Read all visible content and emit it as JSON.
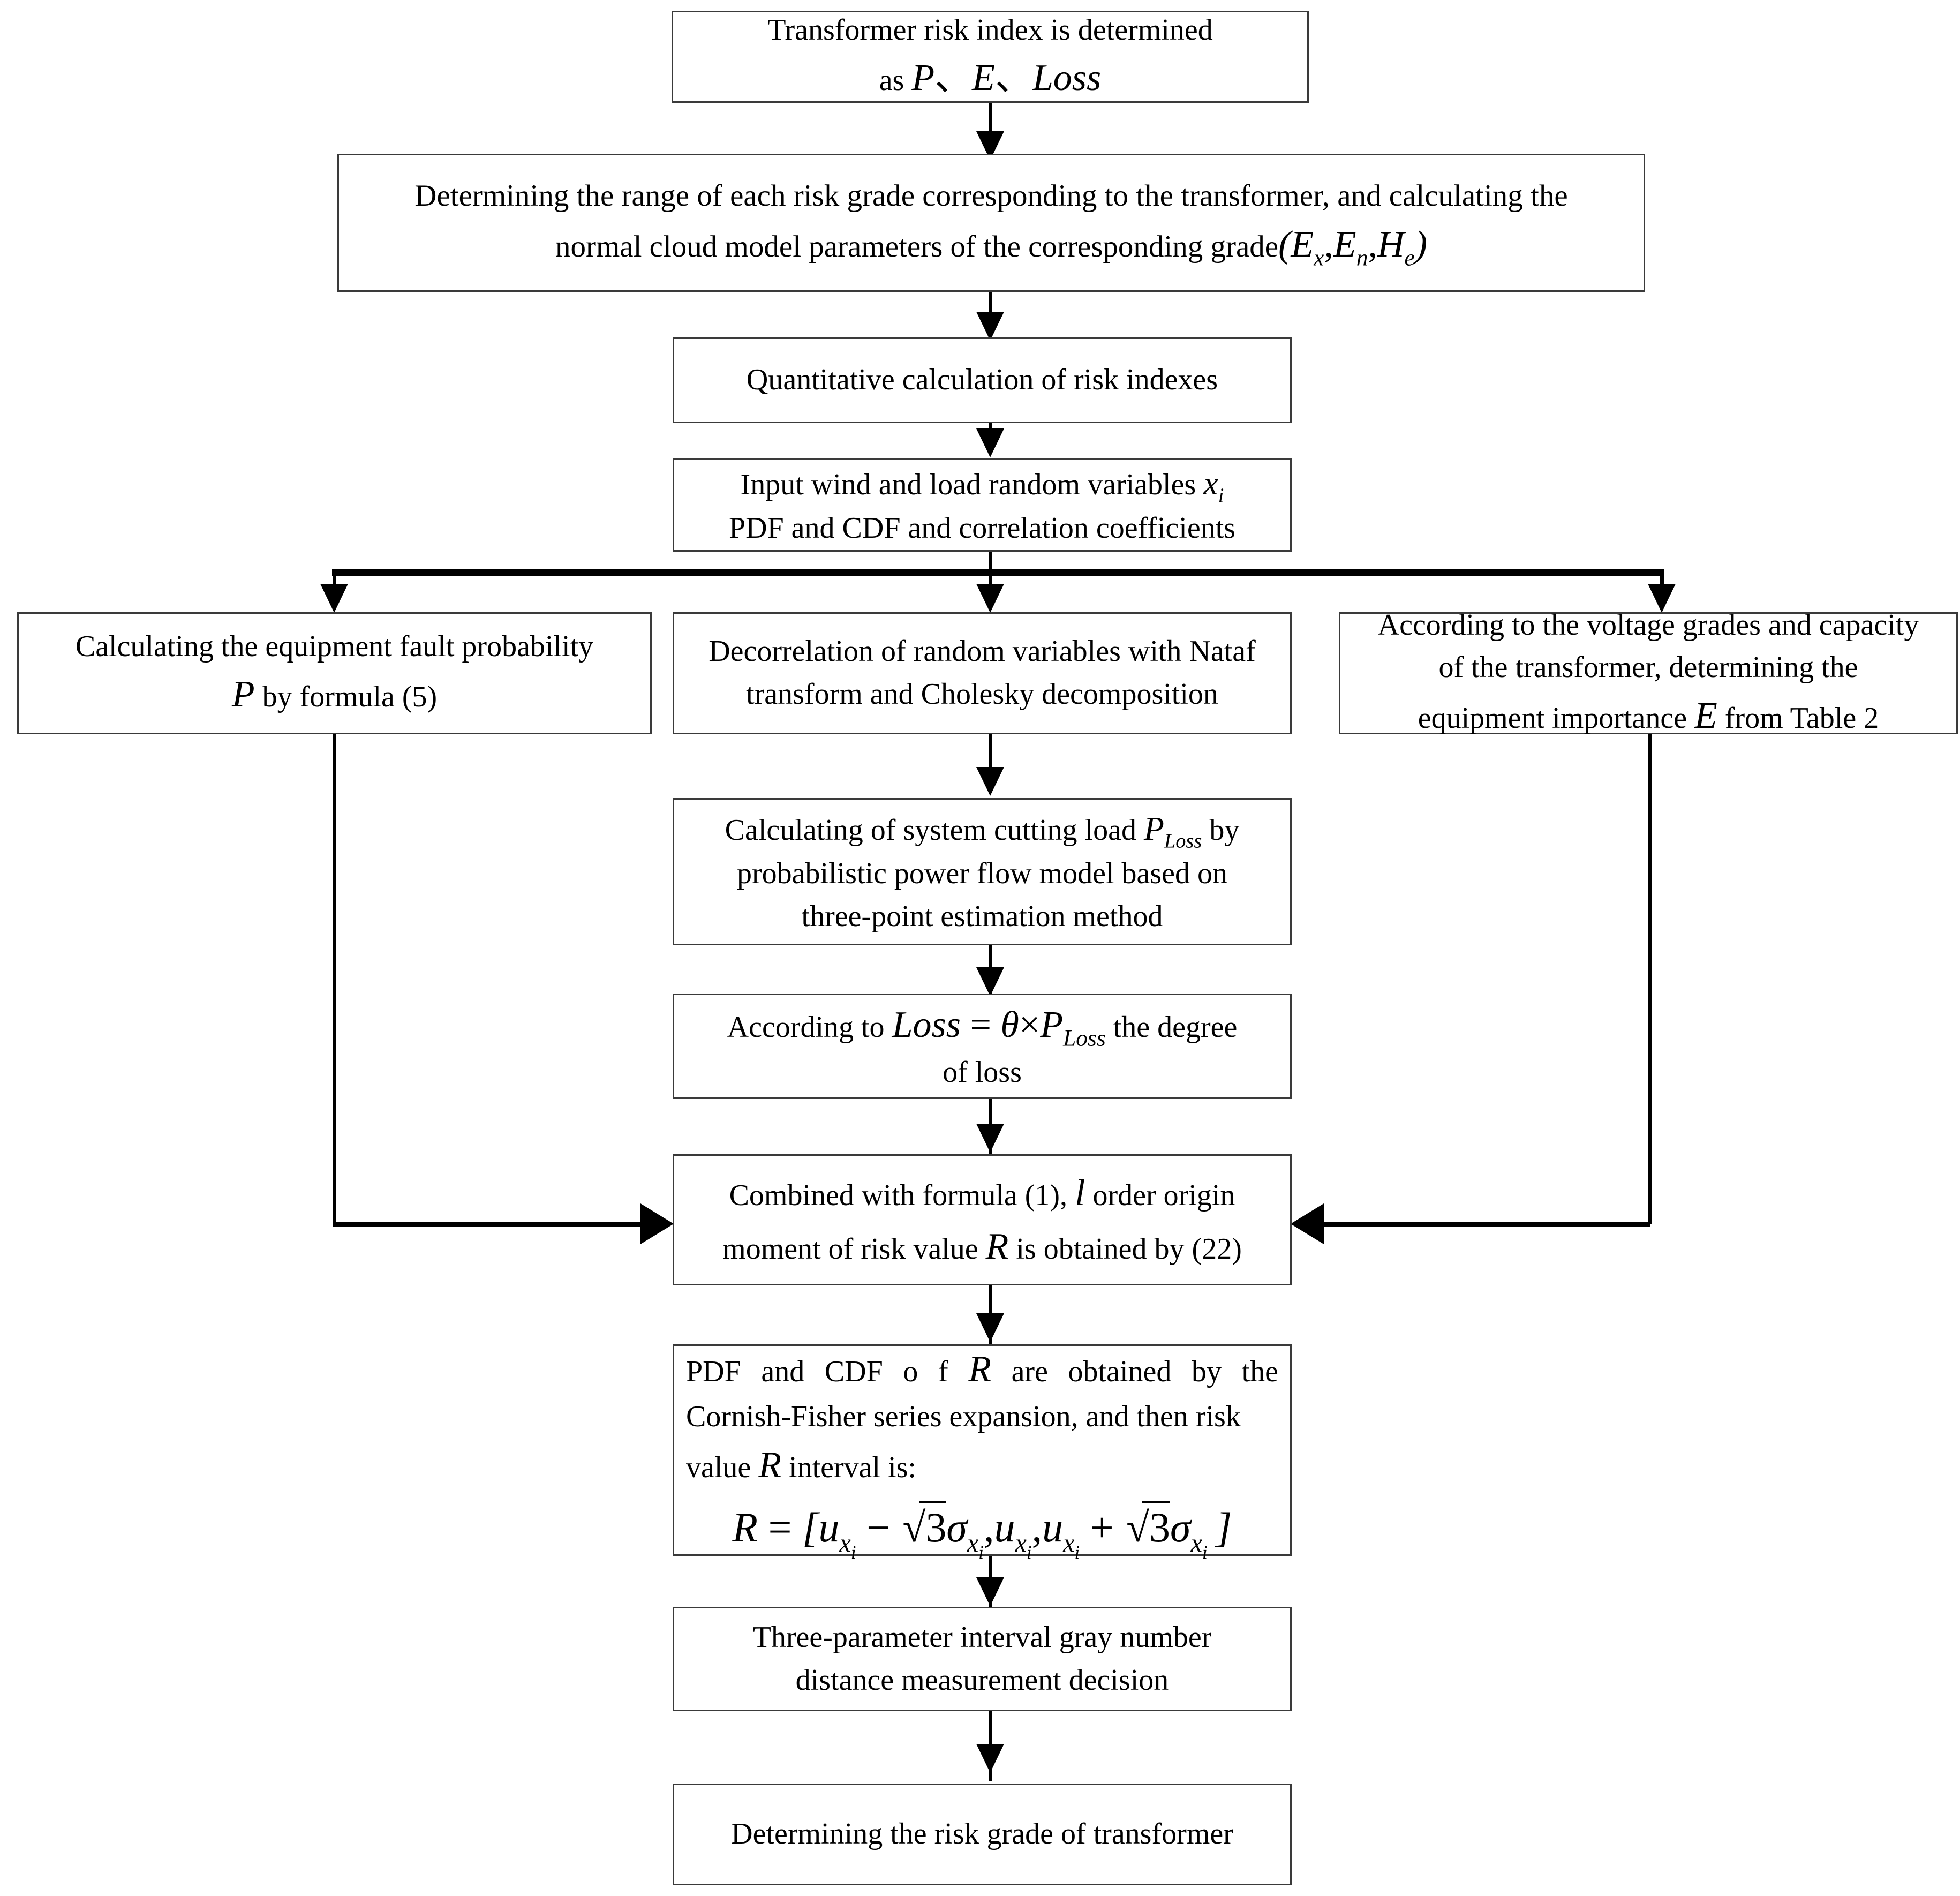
{
  "diagram": {
    "title": "Transformer risk assessment flowchart",
    "stroke_color": "#3a3a3a",
    "arrow_color": "#000000",
    "background": "#ffffff",
    "nodes": [
      {
        "id": "n1",
        "name": "risk-index-determined",
        "line1": "Transformer risk index is determined",
        "line2_prefix": "as ",
        "line2_math": "P、E、Loss"
      },
      {
        "id": "n2",
        "name": "risk-grade-range-cloud-parameters",
        "line1": "Determining the range of each risk grade corresponding to the transformer, and calculating the",
        "line2": "normal cloud model parameters of the corresponding grade",
        "line2_math": "(Ex , En , He)"
      },
      {
        "id": "n3",
        "name": "quantitative-calculation",
        "line1": "Quantitative calculation of risk indexes"
      },
      {
        "id": "n4",
        "name": "input-wind-load-variables",
        "line1_a": "Input wind and load random variables ",
        "line1_math": "xi",
        "line2": "PDF and CDF and correlation coefficients"
      },
      {
        "id": "n5",
        "name": "equipment-fault-probability",
        "line1": "Calculating the equipment fault probability",
        "line2_math": "P",
        "line2_b": " by formula (5)"
      },
      {
        "id": "n6",
        "name": "decorrelation-nataf-cholesky",
        "line1": "Decorrelation of random variables with Nataf",
        "line2": "transform and Cholesky decomposition"
      },
      {
        "id": "n7",
        "name": "equipment-importance-table2",
        "line1": "According to the voltage grades and capacity",
        "line2": "of the transformer, determining the",
        "line3_a": "equipment importance ",
        "line3_math": "E",
        "line3_b": " from Table 2"
      },
      {
        "id": "n8",
        "name": "system-cutting-load-ppf",
        "line1_a": "Calculating of system cutting load ",
        "line1_math": "PLoss",
        "line1_b": " by",
        "line2": "probabilistic power flow model based on",
        "line3": "three-point estimation method"
      },
      {
        "id": "n9",
        "name": "loss-degree-formula",
        "line1_a": "According to ",
        "line1_math": "Loss = θ × PLoss",
        "line1_b": " the degree",
        "line2": "of loss"
      },
      {
        "id": "n10",
        "name": "origin-moment-risk-value",
        "line1_a": "Combined with formula (1), ",
        "line1_math": "l",
        "line1_b": " order origin",
        "line2_a": "moment of risk value ",
        "line2_math": "R",
        "line2_b": " is obtained by (22)"
      },
      {
        "id": "n11",
        "name": "cornish-fisher-risk-interval",
        "line1_a": "PDF  and  CDF  o f ",
        "line1_math": "R",
        "line1_b": " are  obtained  by  the",
        "line2": "Cornish-Fisher series expansion, and then risk",
        "line3_a": "value ",
        "line3_math": "R",
        "line3_b": " interval is:",
        "formula": "R = [uxi − √3σxi , uxi , uxi + √3σxi ]"
      },
      {
        "id": "n12",
        "name": "three-parameter-gray-number-decision",
        "line1": "Three-parameter interval gray number",
        "line2": "distance measurement decision"
      },
      {
        "id": "n13",
        "name": "determining-risk-grade",
        "line1": "Determining the risk grade of transformer"
      }
    ],
    "connectors": [
      {
        "name": "n1-to-n2",
        "type": "vertical-arrow"
      },
      {
        "name": "n2-to-n3",
        "type": "vertical-arrow"
      },
      {
        "name": "n3-to-n4",
        "type": "vertical-arrow"
      },
      {
        "name": "n4-to-fanout-bar",
        "type": "vertical-line"
      },
      {
        "name": "fanout-bar",
        "type": "horizontal-bus"
      },
      {
        "name": "fanout-to-n5",
        "type": "vertical-arrow"
      },
      {
        "name": "fanout-to-n6",
        "type": "vertical-arrow"
      },
      {
        "name": "fanout-to-n7",
        "type": "vertical-arrow"
      },
      {
        "name": "n5-to-n10",
        "type": "elbow-arrow-right"
      },
      {
        "name": "n6-to-n8",
        "type": "vertical-arrow"
      },
      {
        "name": "n8-to-n9",
        "type": "vertical-arrow"
      },
      {
        "name": "n9-to-n10",
        "type": "vertical-arrow"
      },
      {
        "name": "n7-to-n10",
        "type": "elbow-arrow-left"
      },
      {
        "name": "n10-to-n11",
        "type": "vertical-arrow"
      },
      {
        "name": "n11-to-n12",
        "type": "vertical-arrow"
      },
      {
        "name": "n12-to-n13",
        "type": "vertical-arrow"
      }
    ]
  }
}
